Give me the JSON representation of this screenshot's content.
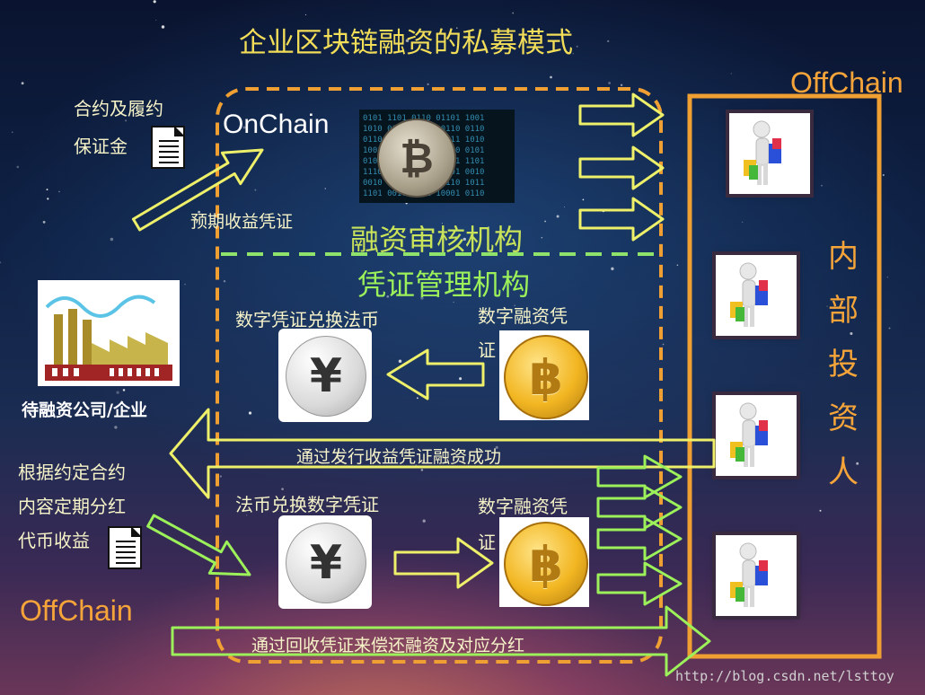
{
  "title": "企业区块链融资的私募模式",
  "labels": {
    "offchain_top": "OffChain",
    "offchain_bottom": "OffChain",
    "onchain": "OnChain",
    "contract_line1": "合约及履约",
    "contract_line2": "保证金",
    "expected_income": "预期收益凭证",
    "audit_org": "融资审核机构",
    "voucher_org": "凭证管理机构",
    "digital_to_fiat": "数字凭证兑换法币",
    "digital_voucher_1_line1": "数字融资凭",
    "digital_voucher_1_line2": "证",
    "company": "待融资公司/企业",
    "success_banner": "通过发行收益凭证融资成功",
    "dividend_line1": "根据约定合约",
    "dividend_line2": "内容定期分红",
    "dividend_line3": "代币收益",
    "fiat_to_digital": "法币兑换数字凭证",
    "digital_voucher_2_line1": "数字融资凭",
    "digital_voucher_2_line2": "证",
    "repay_banner": "通过回收凭证来偿还融资及对应分红",
    "investors": [
      "内",
      "部",
      "投",
      "资",
      "人"
    ],
    "watermark": "http://blog.csdn.net/lsttoy"
  },
  "icons": {
    "yen_glyph": "¥",
    "btc_glyph": "₿",
    "btc_large_glyph": "฿"
  },
  "colors": {
    "title": "#f2dd59",
    "offchain": "#f5a43a",
    "arrow_yellow": "#eef06a",
    "arrow_green": "#9cf05a",
    "dashed_green": "#8fe36b",
    "dashed_orange": "#f0a032"
  }
}
